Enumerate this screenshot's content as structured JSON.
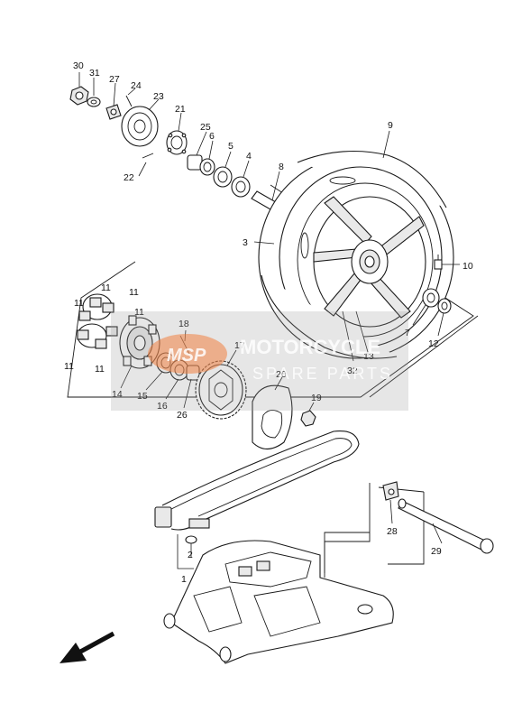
{
  "diagram": {
    "callouts": [
      "30",
      "31",
      "27",
      "24",
      "23",
      "21",
      "25",
      "6",
      "5",
      "4",
      "8",
      "9",
      "3",
      "10",
      "22",
      "7",
      "12",
      "13",
      "32",
      "11",
      "11",
      "11",
      "11",
      "11",
      "11",
      "18",
      "17",
      "14",
      "15",
      "16",
      "26",
      "20",
      "19",
      "28",
      "29",
      "2",
      "1"
    ]
  },
  "watermark": {
    "line1": "MOTORCYCLE",
    "line2": "SPARE PARTS",
    "logo": "MSP"
  },
  "colors": {
    "line": "#1a1a1a",
    "watermark": "#f08040"
  }
}
